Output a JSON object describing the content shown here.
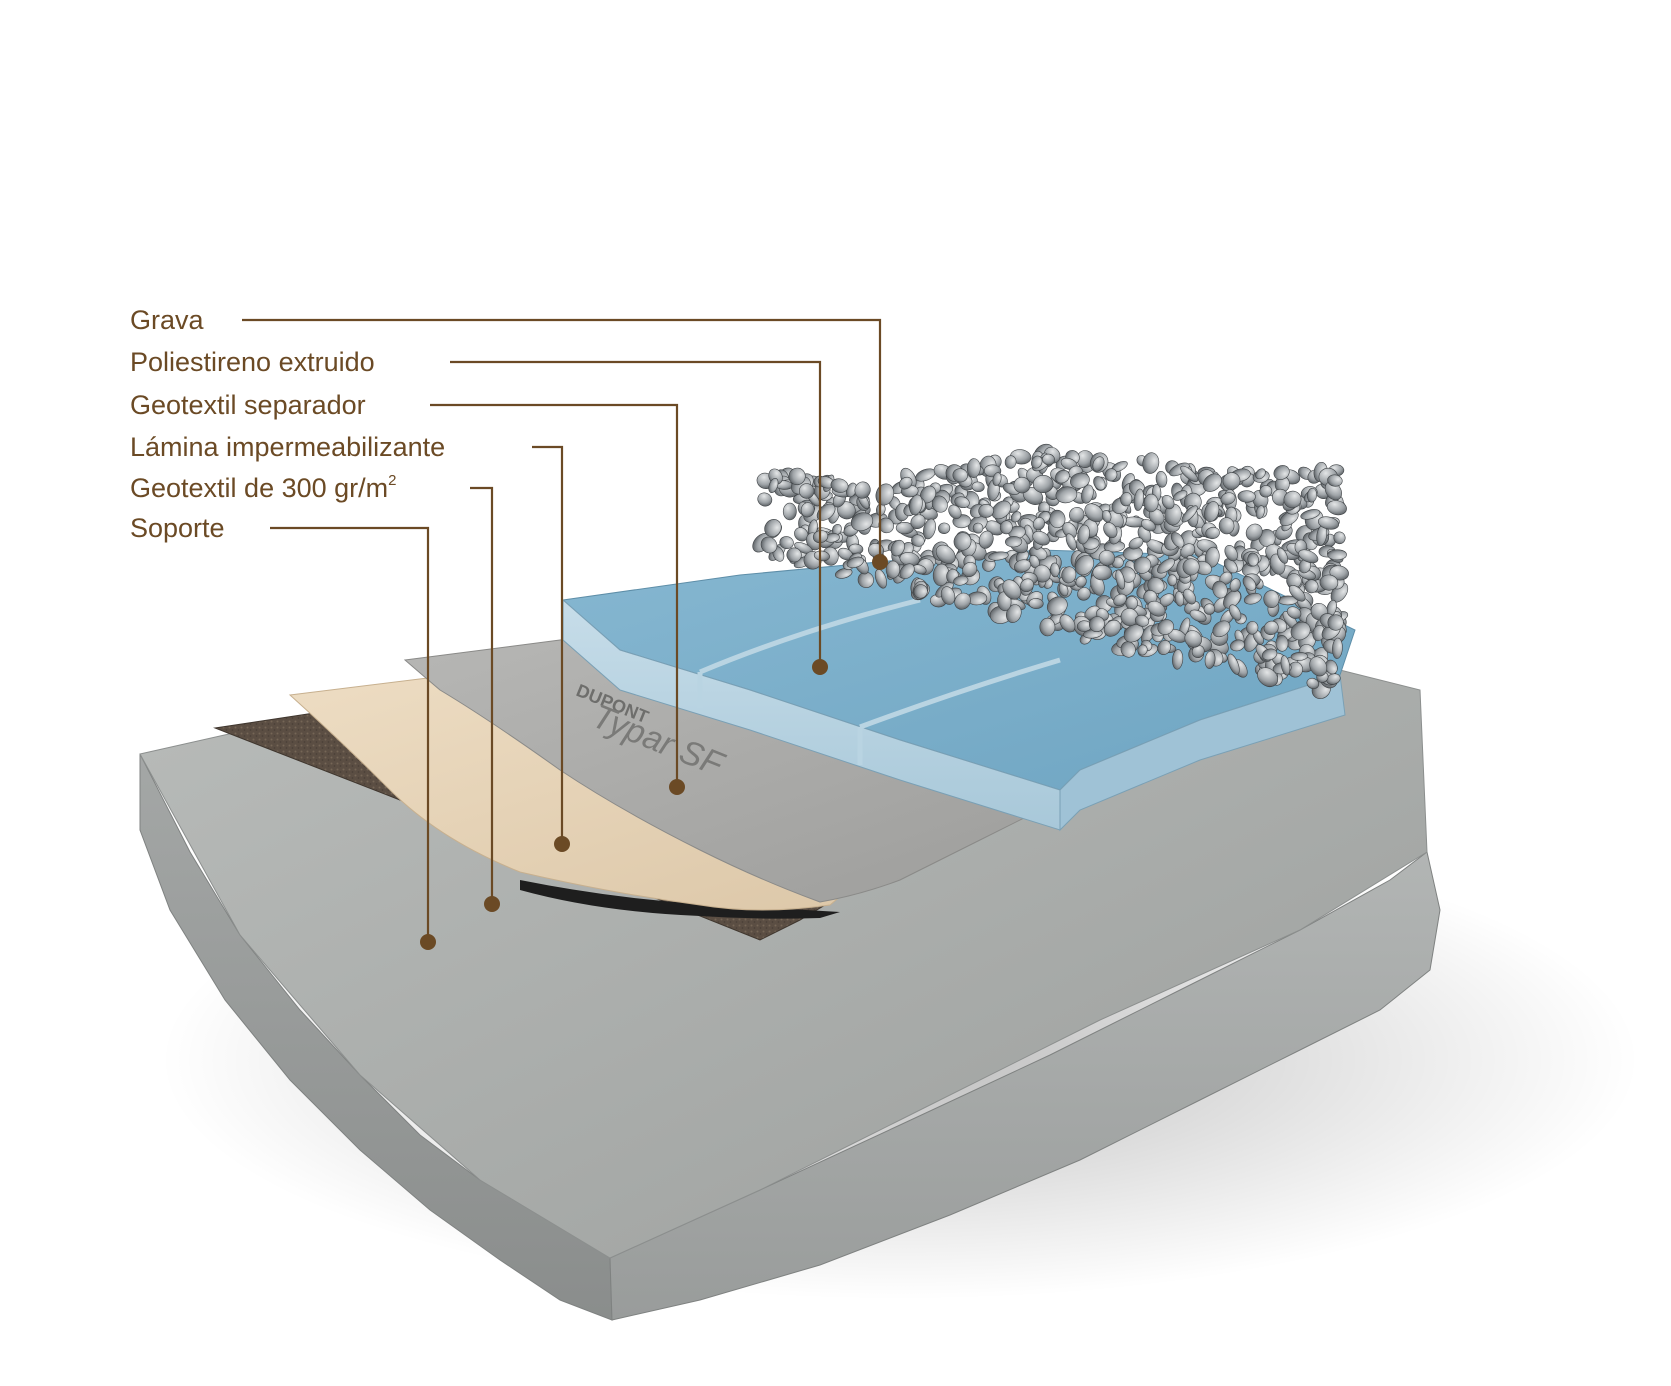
{
  "colors": {
    "leader": "#6b4a25",
    "concrete": "#a7aaa8",
    "felt": "#5e5044",
    "membrane": "#e7d3b7",
    "separator": "#a9a9a6",
    "xps": "#7eb1cc",
    "gravel": "#8d9296"
  },
  "legend": {
    "grava": "Grava",
    "poliestireno": "Poliestireno extruido",
    "geotextil_separador": "Geotextil separador",
    "lamina": "Lámina impermeabilizante",
    "geotextil_300": "Geotextil de 300 gr/m",
    "geotextil_300_sup": "2",
    "soporte": "Soporte"
  },
  "brand": {
    "logo_text": "DUPONT",
    "product_text": "Typar SF"
  }
}
